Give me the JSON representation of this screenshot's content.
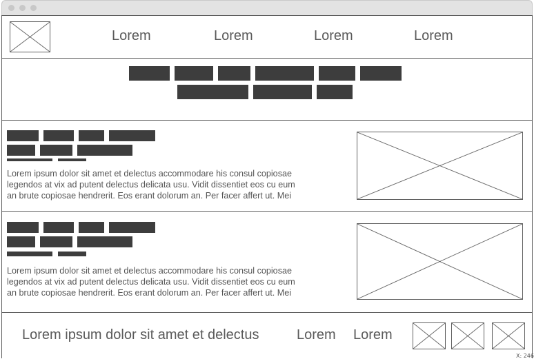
{
  "nav": {
    "links": [
      "Lorem",
      "Lorem",
      "Lorem",
      "Lorem"
    ]
  },
  "articles": [
    {
      "text_line_1": "Lorem ipsum dolor sit amet et delectus accommodare his consul copiosae",
      "text_line_2": "legendos at vix ad putent delectus delicata usu. Vidit dissentiet eos cu eum",
      "text_line_3": "an brute copiosae hendrerit. Eos erant dolorum an. Per facer affert ut. Mei"
    },
    {
      "text_line_1": "Lorem ipsum dolor sit amet et delectus accommodare his consul copiosae",
      "text_line_2": "legendos at vix ad putent delectus delicata usu. Vidit dissentiet eos cu eum",
      "text_line_3": "an brute copiosae hendrerit. Eos erant dolorum an. Per facer affert ut. Mei"
    }
  ],
  "footer": {
    "text": "Lorem ipsum dolor sit amet et delectus",
    "link_1": "Lorem",
    "link_2": "Lorem"
  },
  "coords_readout": "X: 246"
}
